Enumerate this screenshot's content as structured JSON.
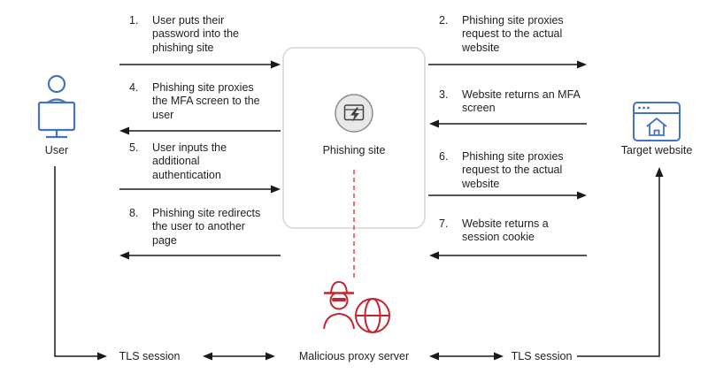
{
  "nodes": {
    "user": "User",
    "phishing_site": "Phishing site",
    "target_website": "Target website",
    "proxy": "Malicious proxy server"
  },
  "steps_left": [
    {
      "num": "1.",
      "text": "User puts their password into the phishing site"
    },
    {
      "num": "4.",
      "text": "Phishing site proxies the MFA screen to the user"
    },
    {
      "num": "5.",
      "text": "User inputs the additional authentication"
    },
    {
      "num": "8.",
      "text": "Phishing site redirects the user to another page"
    }
  ],
  "steps_right": [
    {
      "num": "2.",
      "text": "Phishing site proxies request to the actual website"
    },
    {
      "num": "3.",
      "text": "Website returns an MFA screen"
    },
    {
      "num": "6.",
      "text": "Phishing site proxies request to the actual website"
    },
    {
      "num": "7.",
      "text": "Website returns a session cookie"
    }
  ],
  "bottom": {
    "tls_left": "TLS session",
    "tls_right": "TLS session"
  },
  "icons": {
    "user": "person-at-monitor-icon",
    "phishing_site": "browser-lightning-icon",
    "target_website": "browser-home-icon",
    "proxy": "spy-with-globe-icon"
  },
  "colors": {
    "node_blue": "#4472C4",
    "attacker_red": "#C4242C",
    "dashed_red": "#E8494F",
    "line_black": "#1A1A1A",
    "box_border": "#D6D6D6",
    "icon_circle_fill": "#E8E8E8"
  }
}
